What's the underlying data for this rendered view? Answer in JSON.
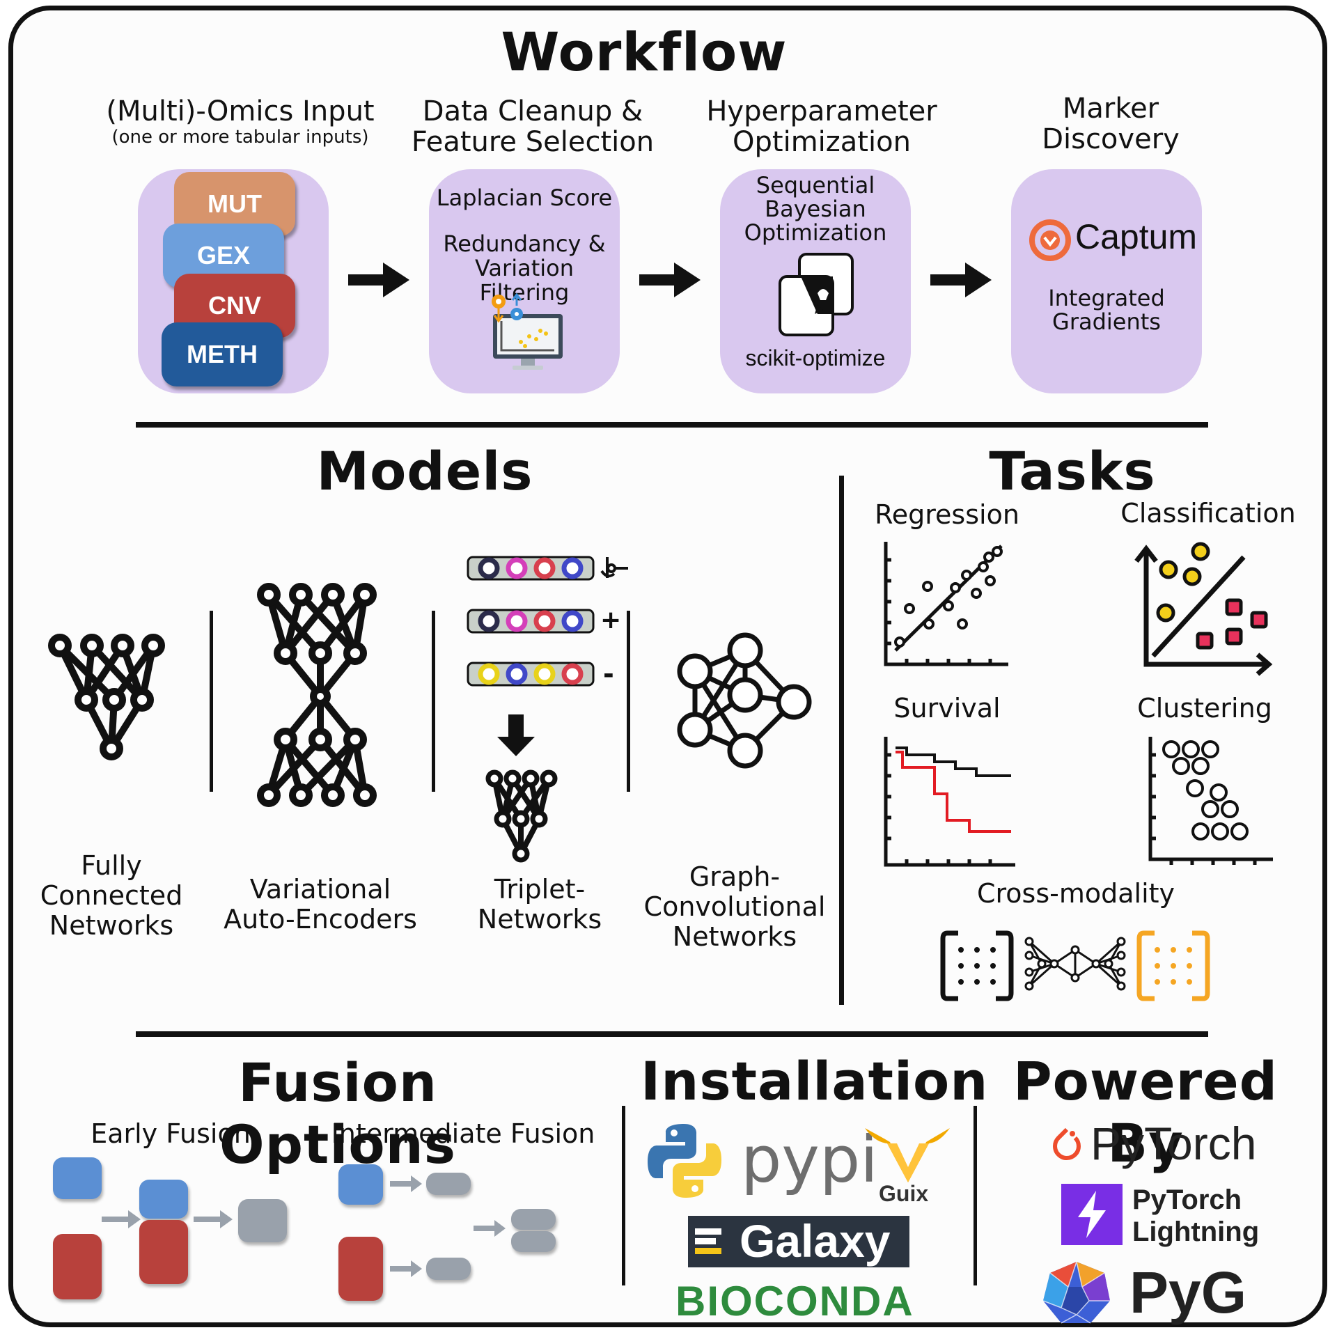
{
  "workflow": {
    "title": "Workflow",
    "steps": [
      {
        "title": "(Multi)-Omics Input",
        "subtitle": "(one or more tabular inputs)"
      },
      {
        "title": "Data Cleanup &",
        "title2": "Feature Selection",
        "lines": [
          "Laplacian Score",
          "Redundancy &",
          "Variation Filtering"
        ]
      },
      {
        "title": "Hyperparameter",
        "title2": "Optimization",
        "lines": [
          "Sequential",
          "Bayesian",
          "Optimization",
          "scikit-optimize"
        ]
      },
      {
        "title": "Marker",
        "title2": "Discovery",
        "lines": [
          "Captum",
          "Integrated",
          "Gradients"
        ]
      }
    ],
    "omics": [
      "MUT",
      "GEX",
      "CNV",
      "METH"
    ],
    "colors": {
      "box": "#d9c8ef",
      "mut": "#d7946c",
      "gex": "#6d9fdc",
      "cnv": "#b8413c",
      "meth": "#225a9a"
    }
  },
  "models": {
    "title": "Models",
    "items": [
      {
        "line1": "Fully",
        "line2": "Connected",
        "line3": "Networks"
      },
      {
        "line1": "Variational",
        "line2": "Auto-Encoders"
      },
      {
        "line1": "Triplet-",
        "line2": "Networks"
      },
      {
        "line1": "Graph-",
        "line2": "Convolutional",
        "line3": "Networks"
      }
    ],
    "triplet_signs": [
      "+",
      "-"
    ]
  },
  "tasks": {
    "title": "Tasks",
    "items": [
      "Regression",
      "Classification",
      "Survival",
      "Clustering",
      "Cross-modality"
    ]
  },
  "fusion": {
    "title": "Fusion Options",
    "early": "Early Fusion",
    "intermediate": "Intermediate Fusion"
  },
  "installation": {
    "title": "Installation",
    "brands": [
      "pypi",
      "Guix",
      "Galaxy",
      "BIOCONDA"
    ]
  },
  "powered": {
    "title": "Powered By",
    "brands": [
      "PyTorch",
      "PyTorch",
      "Lightning",
      "PyG"
    ]
  }
}
